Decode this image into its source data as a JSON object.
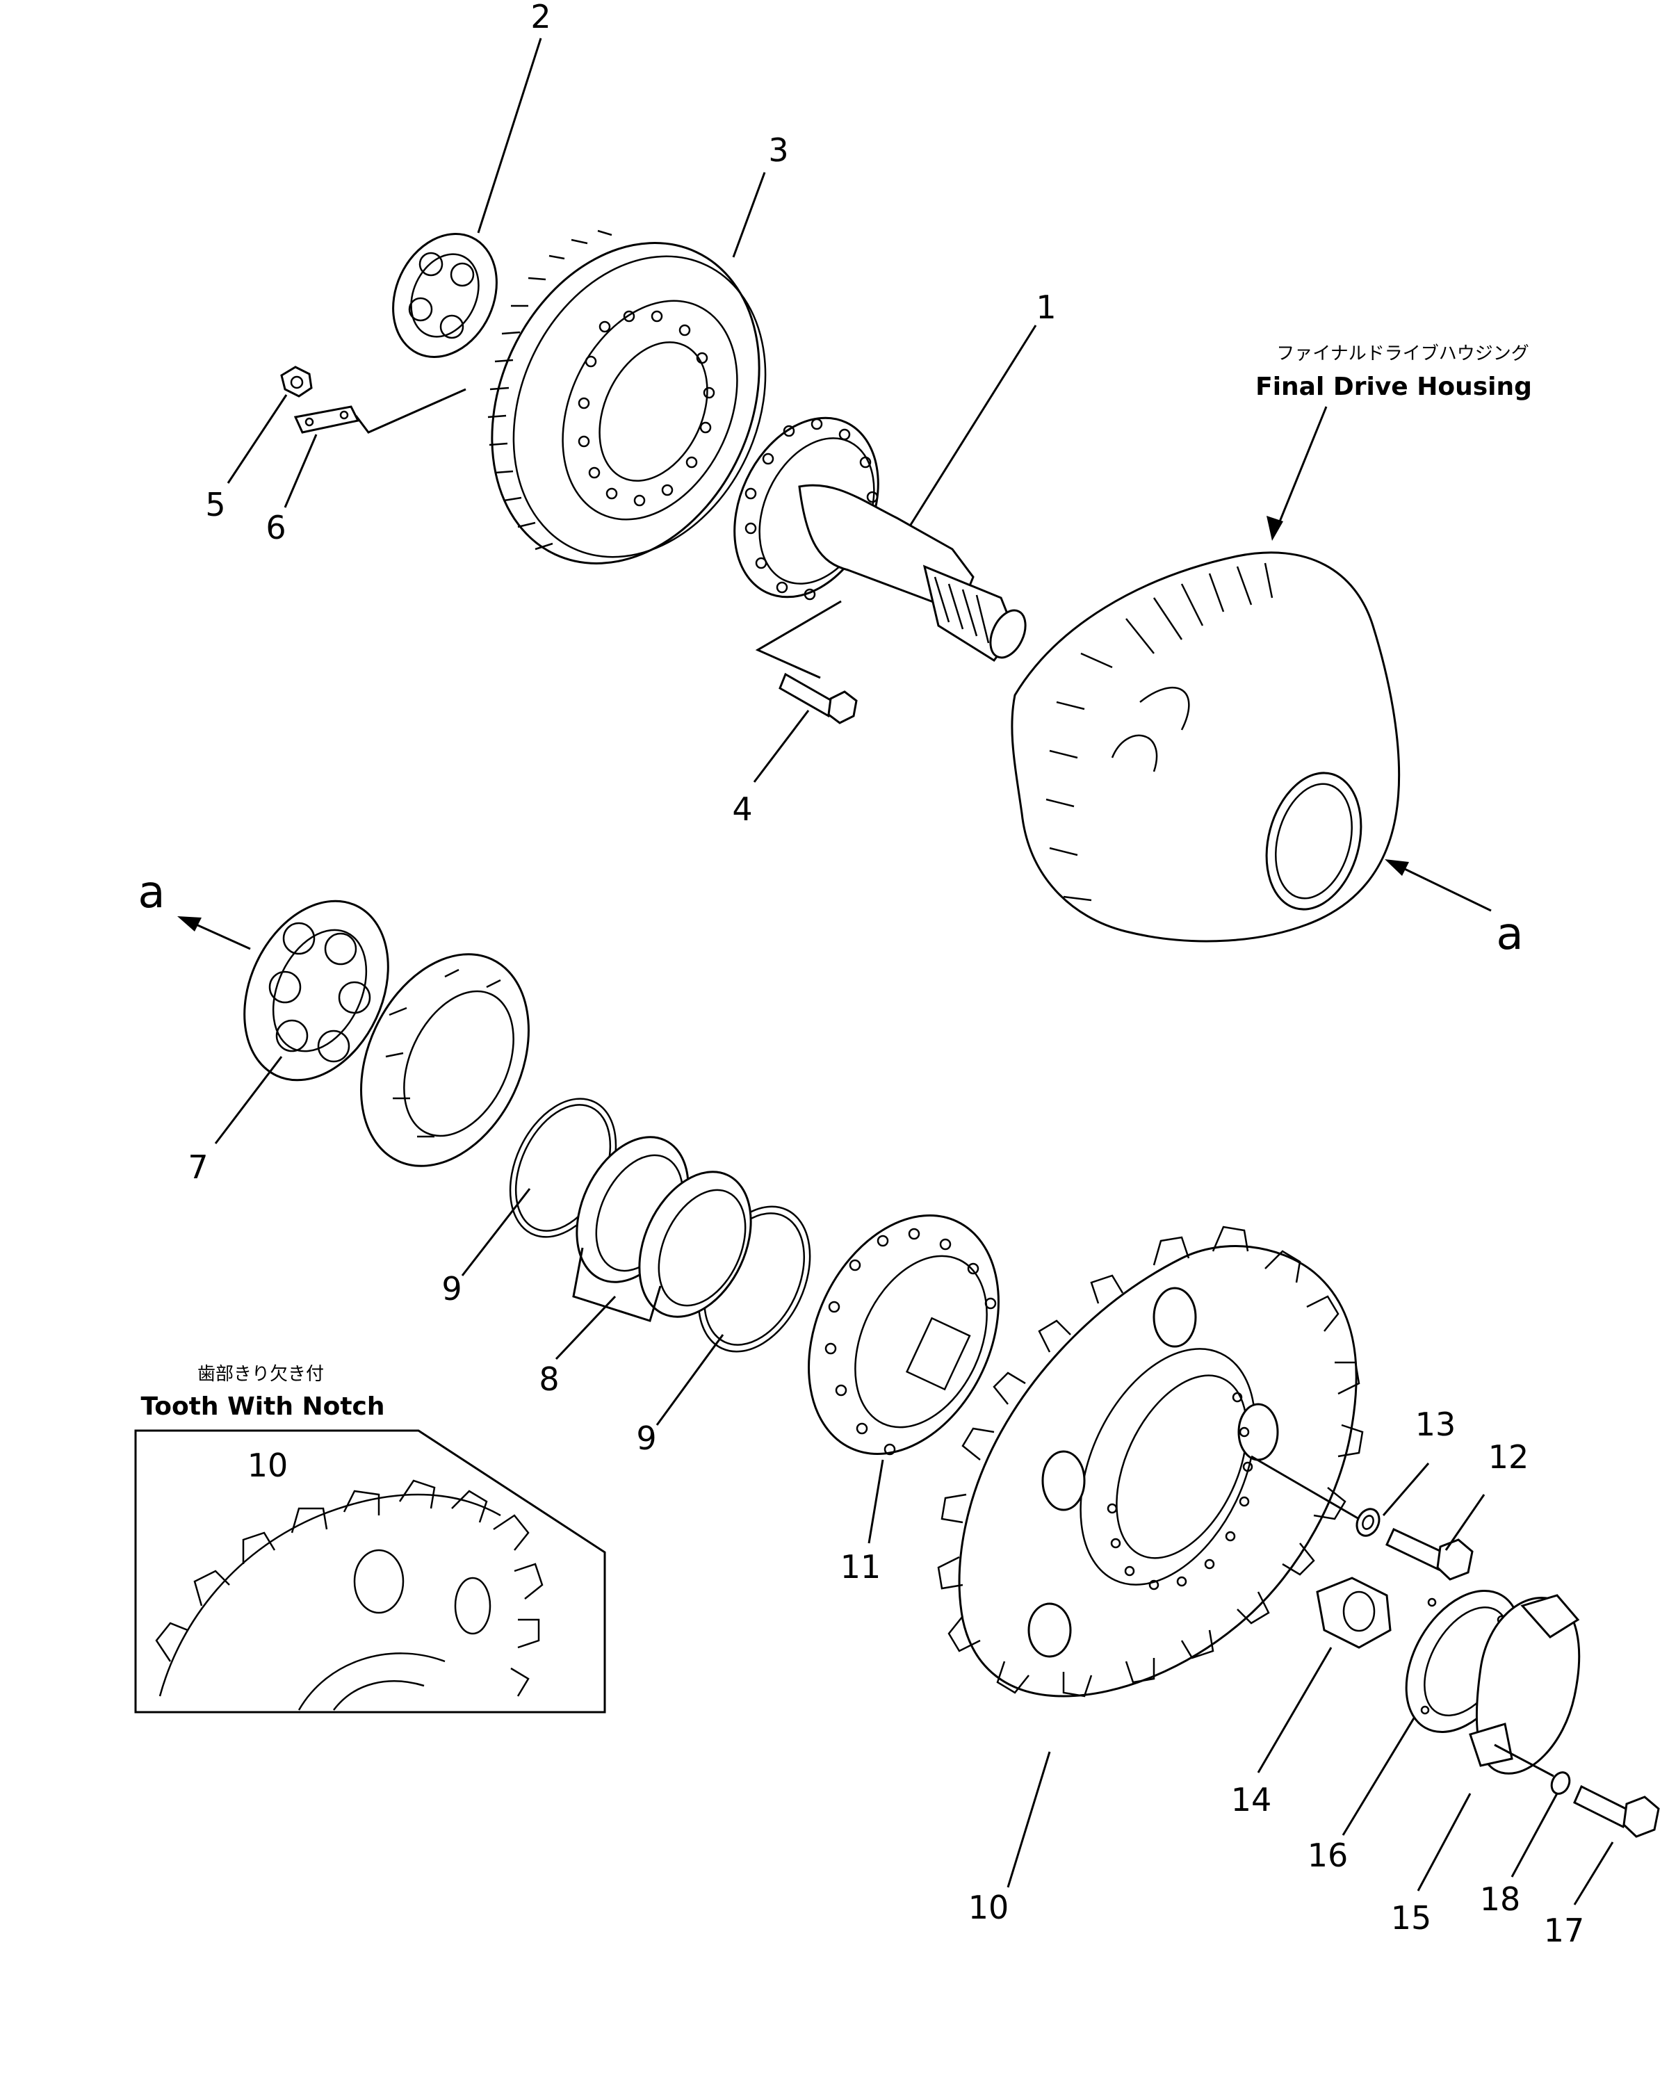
{
  "part_numbers": {
    "p1": "1",
    "p2": "2",
    "p3": "3",
    "p4": "4",
    "p5": "5",
    "p6": "6",
    "p7": "7",
    "p8": "8",
    "p9a": "9",
    "p9b": "9",
    "p10": "10",
    "p10_inset": "10",
    "p11": "11",
    "p12": "12",
    "p13": "13",
    "p14": "14",
    "p15": "15",
    "p16": "16",
    "p17": "17",
    "p18": "18"
  },
  "labels": {
    "housing_jp": "ファイナルドライブハウジング",
    "housing_en": "Final Drive Housing",
    "notch_jp": "歯部きり欠き付",
    "notch_en": "Tooth With Notch",
    "ref_a_left": "a",
    "ref_a_right": "a"
  }
}
